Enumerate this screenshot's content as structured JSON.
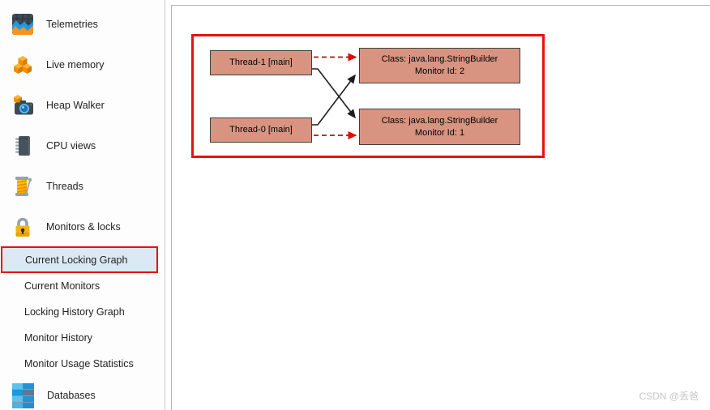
{
  "sidebar": {
    "items": [
      {
        "label": "Telemetries",
        "icon": "telemetries-icon"
      },
      {
        "label": "Live memory",
        "icon": "live-memory-icon"
      },
      {
        "label": "Heap Walker",
        "icon": "heap-walker-icon"
      },
      {
        "label": "CPU views",
        "icon": "cpu-views-icon"
      },
      {
        "label": "Threads",
        "icon": "threads-icon"
      },
      {
        "label": "Monitors & locks",
        "icon": "monitors-locks-icon"
      }
    ],
    "subitems": [
      {
        "label": "Current Locking Graph",
        "selected": true
      },
      {
        "label": "Current Monitors",
        "selected": false
      },
      {
        "label": "Locking History Graph",
        "selected": false
      },
      {
        "label": "Monitor History",
        "selected": false
      },
      {
        "label": "Monitor Usage Statistics",
        "selected": false
      }
    ],
    "databases": {
      "label": "Databases",
      "icon": "databases-icon"
    },
    "selected_bg": "#dce8f3"
  },
  "diagram": {
    "nodes": {
      "thread1": {
        "label": "Thread-1 [main]"
      },
      "thread0": {
        "label": "Thread-0 [main]"
      },
      "monitor2": {
        "line1": "Class: java.lang.StringBuilder",
        "line2": "Monitor Id: 2"
      },
      "monitor1": {
        "line1": "Class: java.lang.StringBuilder",
        "line2": "Monitor Id: 1"
      }
    },
    "edges": [
      {
        "from": "Thread-1 [main]",
        "to": "Monitor Id: 2",
        "style": "red-dashed-waiting"
      },
      {
        "from": "Thread-0 [main]",
        "to": "Monitor Id: 1",
        "style": "red-dashed-waiting"
      },
      {
        "from": "Thread-1 [main]",
        "to": "Monitor Id: 1",
        "style": "black-solid-holding"
      },
      {
        "from": "Thread-0 [main]",
        "to": "Monitor Id: 2",
        "style": "black-solid-holding"
      }
    ],
    "colors": {
      "node_fill": "#d99481",
      "node_border": "#3f3f3f",
      "annotation_red": "#e8120c",
      "wait_edge": "#a81a0e",
      "wait_arrowhead": "#e00b00",
      "hold_edge": "#1c1c1c"
    }
  },
  "watermark": "CSDN @丢爸"
}
